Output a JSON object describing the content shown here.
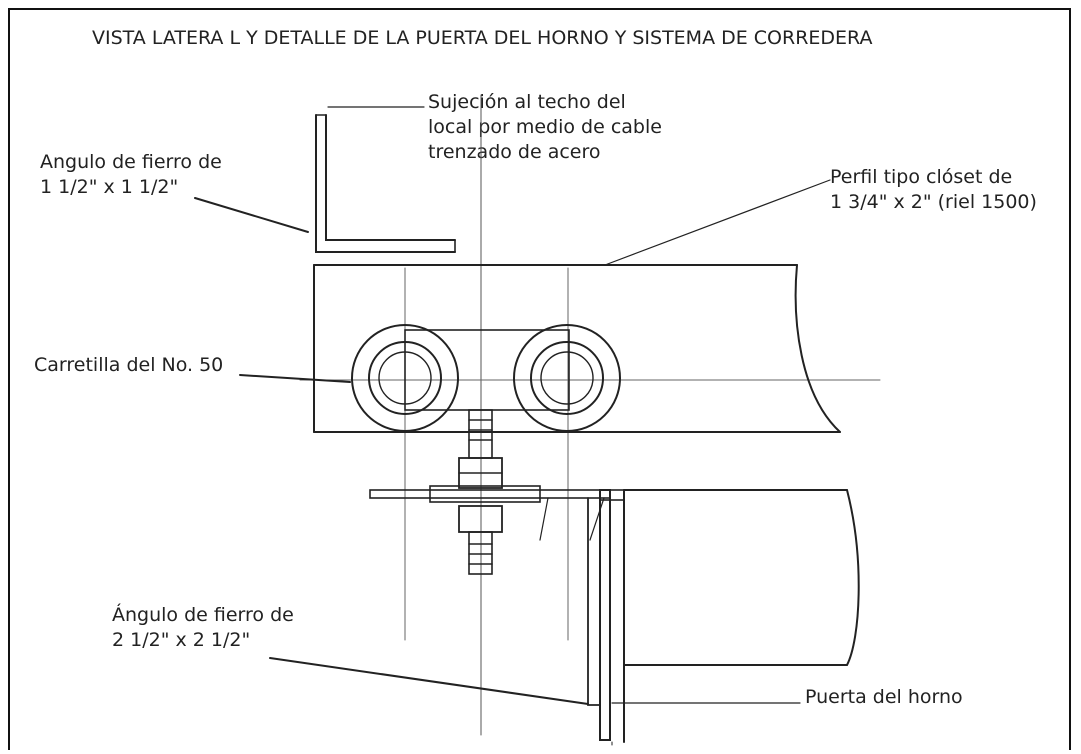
{
  "title": "VISTA LATERA  L Y  DETALLE DE LA PUERTA DEL HORNO  Y SISTEMA DE CORREDERA",
  "labels": {
    "angle_top_l1": "Angulo de fierro de",
    "angle_top_l2": "1 1/2\" x 1 1/2\"",
    "hanger_l1": "Sujeción al techo del",
    "hanger_l2": "local por medio de cable",
    "hanger_l3": "trenzado de acero",
    "profile_l1": "Perfil tipo clóset de",
    "profile_l2": "1 3/4\" x 2\" (riel 1500)",
    "trolley": "Carretilla del No. 50",
    "angle_bottom_l1": "Ángulo de fierro de",
    "angle_bottom_l2": "2 1/2\" x 2 1/2\"",
    "door": "Puerta del horno"
  }
}
